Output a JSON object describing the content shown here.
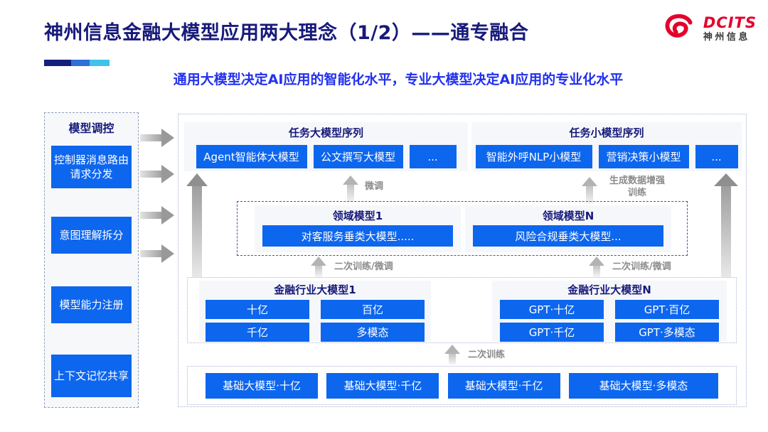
{
  "header": {
    "title": "神州信息金融大模型应用两大理念（1/2）——通专融合",
    "subtitle": "通用大模型决定AI应用的智能化水平，专业大模型决定AI应用的专业化水平",
    "logo": {
      "icon": "dcits-swirl-icon",
      "brand": "DCITS",
      "brand_cn": "神州信息"
    }
  },
  "colors": {
    "accent_blue": "#0d66ee",
    "navy_text": "#171a7a",
    "subtitle_blue": "#2231ee",
    "label_gray": "#8a8a8a",
    "logo_red": "#e3002b",
    "bar_gradient": [
      "#141f7c",
      "#2e6fd8",
      "#3fc3e9"
    ]
  },
  "sidebar": {
    "title": "模型调控",
    "items": [
      "控制器消息路由请求分发",
      "意图理解拆分",
      "模型能力注册",
      "上下文记忆共享"
    ]
  },
  "main": {
    "task_large": {
      "title": "任务大模型序列",
      "items": [
        "Agent智能体大模型",
        "公文撰写大模型",
        "..."
      ]
    },
    "task_small": {
      "title": "任务小模型序列",
      "items": [
        "智能外呼NLP小模型",
        "营销决策小模型",
        "..."
      ]
    },
    "domain_models": [
      {
        "title": "领域模型1",
        "item": "对客服务垂类大模型....."
      },
      {
        "title": "领域模型N",
        "item": "风险合规垂类大模型..."
      }
    ],
    "industry_models": [
      {
        "title": "金融行业大模型1",
        "items": [
          "十亿",
          "百亿",
          "千亿",
          "多模态"
        ]
      },
      {
        "title": "金融行业大模型N",
        "items": [
          "GPT·十亿",
          "GPT·百亿",
          "GPT·千亿",
          "GPT·多模态"
        ]
      }
    ],
    "base_models": [
      "基础大模型·十亿",
      "基础大模型·千亿",
      "基础大模型·千亿",
      "基础大模型·多模态"
    ],
    "arrow_labels": {
      "finetune": "微调",
      "augment_line1": "生成数据增强",
      "augment_line2": "训练",
      "retrain_finetune_left": "二次训练/微调",
      "retrain_finetune_right": "二次训练/微调",
      "retrain": "二次训练"
    }
  }
}
